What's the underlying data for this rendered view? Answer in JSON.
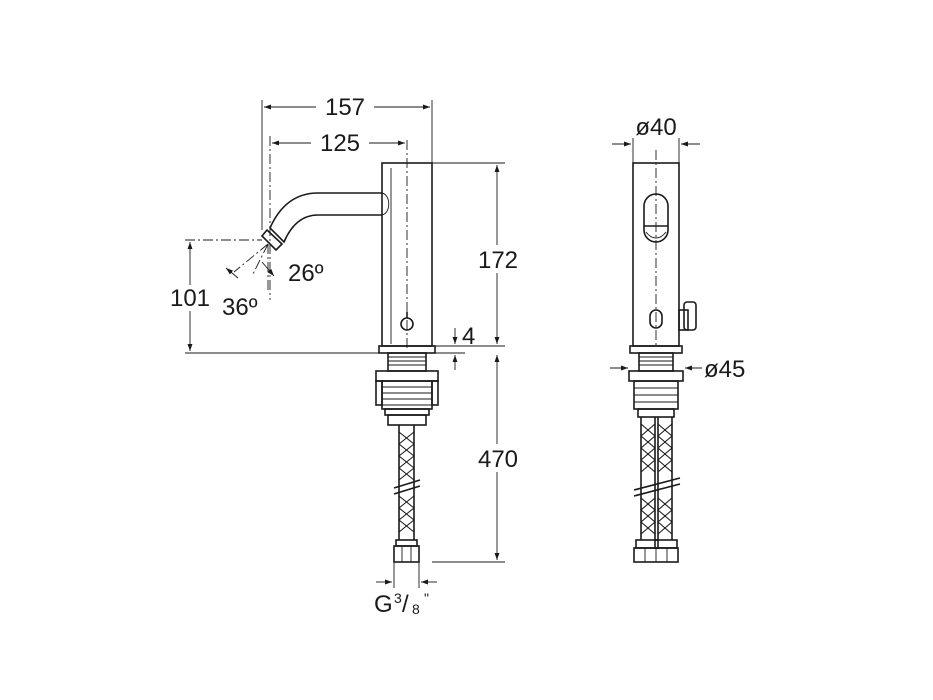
{
  "drawing": {
    "dimensions": {
      "overall_reach": "157",
      "spout_reach": "125",
      "body_height": "172",
      "spout_height": "101",
      "base_thickness": "4",
      "hose_length": "470",
      "angle_outer": "26º",
      "angle_inner": "36º",
      "body_diameter": "ø40",
      "base_diameter": "ø45",
      "thread_main": "G",
      "thread_num": "3",
      "thread_slash": "/",
      "thread_den": "8",
      "thread_inch": "\""
    },
    "colors": {
      "line": "#1a1a1a",
      "background": "#ffffff"
    }
  }
}
